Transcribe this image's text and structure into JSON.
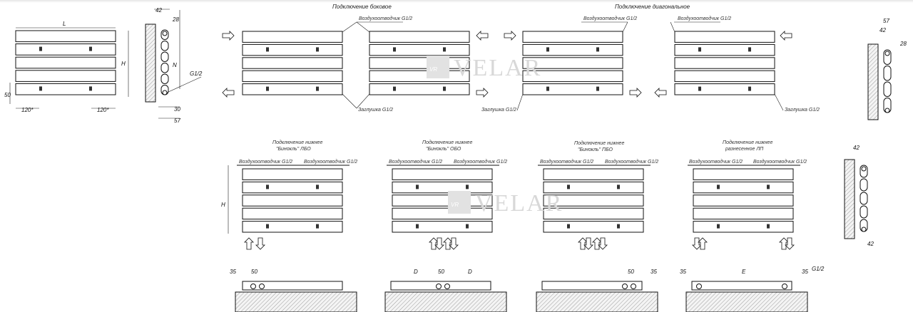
{
  "titles": {
    "side": "Подключение боковое",
    "diagonal": "Подключение диагональное",
    "bottom_lbo_1": "Подключение нижнее",
    "bottom_lbo_2": "\"Бинокль\" ЛБО",
    "bottom_obo_1": "Подключение нижнее",
    "bottom_obo_2": "\"Бинокль\" ОБО",
    "bottom_pbo_1": "Подключение нижнее",
    "bottom_pbo_2": "\"Бинокль\" ПБО",
    "bottom_lp_1": "Подключение нижнее",
    "bottom_lp_2": "разнесенное ЛП"
  },
  "labels": {
    "air_vent": "Воздухоотводчик G1/2",
    "plug": "Заглушка G1/2"
  },
  "dims": {
    "L": "L",
    "H": "H",
    "N": "N",
    "d42": "42",
    "d28": "28",
    "d50": "50",
    "d120": "120*",
    "d30": "30",
    "d57": "57",
    "g12": "G1/2",
    "d35": "35",
    "D": "D",
    "E": "E"
  },
  "watermark": "VELAR",
  "watermark_logo": "VR"
}
